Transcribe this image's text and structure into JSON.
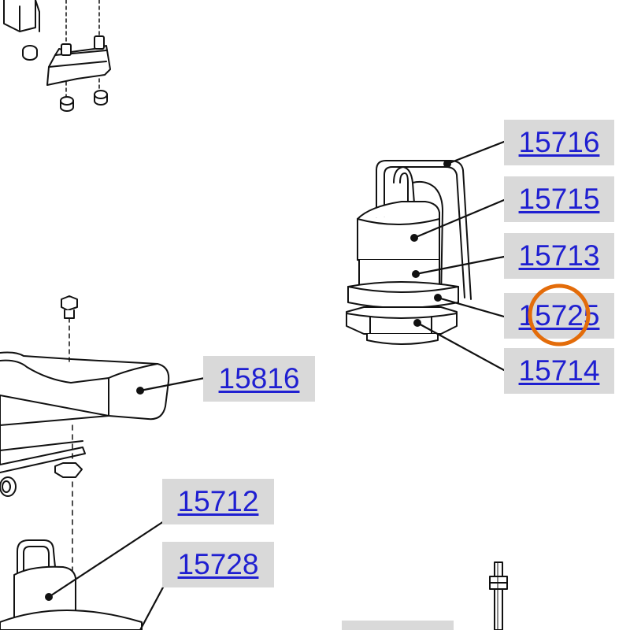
{
  "part_labels": {
    "p15716": "15716",
    "p15715": "15715",
    "p15713": "15713",
    "p15725": "15725",
    "p15714": "15714",
    "p15816": "15816",
    "p15712": "15712",
    "p15728": "15728"
  },
  "highlight_color": "#e36c0a",
  "link_color": "#1f1fd1",
  "label_background": "#d9d9d9"
}
